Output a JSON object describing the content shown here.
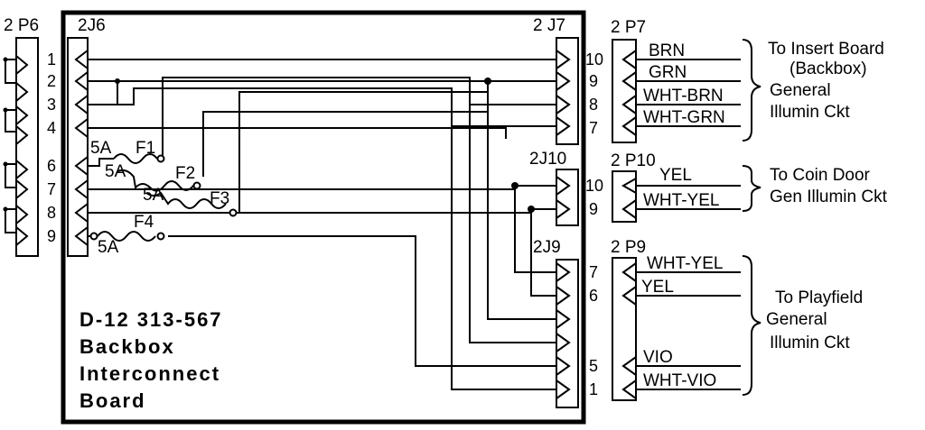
{
  "connectors": {
    "p6": "2 P6",
    "j6": "2J6",
    "j7": "2 J7",
    "p7": "2 P7",
    "j10": "2J10",
    "p10": "2 P10",
    "j9": "2J9",
    "p9": "2 P9"
  },
  "j6_pins": [
    "1",
    "2",
    "3",
    "4",
    "6",
    "7",
    "8",
    "9"
  ],
  "j7_pins": [
    "10",
    "9",
    "8",
    "7"
  ],
  "j10_pins": [
    "10",
    "9"
  ],
  "j9_pins": [
    "7",
    "6",
    "5",
    "1"
  ],
  "fuses": {
    "f1": "F1",
    "f2": "F2",
    "f3": "F3",
    "f4": "F4",
    "rating": "5A"
  },
  "wires": {
    "p7": [
      "BRN",
      "GRN",
      "WHT-BRN",
      "WHT-GRN"
    ],
    "p10": [
      "YEL",
      "WHT-YEL"
    ],
    "p9": [
      "WHT-YEL",
      "YEL",
      "VIO",
      "WHT-VIO"
    ]
  },
  "destinations": {
    "insert": [
      "To Insert Board",
      "(Backbox)",
      "General",
      "Illumin Ckt"
    ],
    "coin": [
      "To Coin Door",
      "Gen Illumin Ckt"
    ],
    "playfield": [
      "To Playfield",
      "General",
      "Illumin Ckt"
    ]
  },
  "board": {
    "part_number": "D-12 313-567",
    "name_lines": [
      "Backbox",
      "Interconnect",
      "Board"
    ]
  }
}
